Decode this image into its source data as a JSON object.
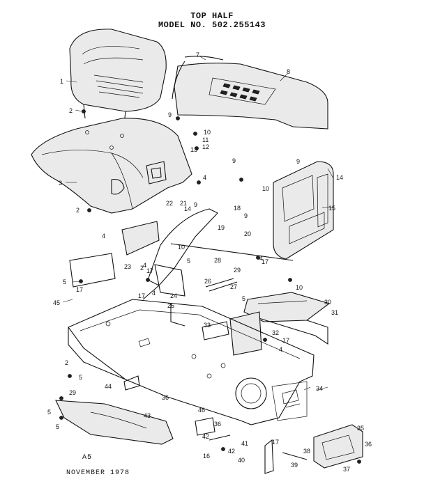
{
  "header": {
    "title": "TOP HALF",
    "model": "MODEL NO. 502.255143"
  },
  "footer": {
    "page_code": "A5",
    "date": "NOVEMBER 1978"
  },
  "callouts": {
    "c1": "1",
    "c2a": "2",
    "c2b": "2",
    "c2c": "2",
    "c2d": "2",
    "c3": "3",
    "c4a": "4",
    "c4b": "4",
    "c4c": "4",
    "c4d": "4",
    "c4e": "4",
    "c4f": "4",
    "c5a": "5",
    "c5b": "5",
    "c5c": "5",
    "c5d": "5",
    "c5e": "5",
    "c5f": "5",
    "c7": "7",
    "c8": "8",
    "c9a": "9",
    "c9b": "9",
    "c9c": "9",
    "c9d": "9",
    "c9e": "9",
    "c10a": "10",
    "c10b": "10",
    "c10c": "10",
    "c10d": "10",
    "c11": "11",
    "c12": "12",
    "c13": "13",
    "c14a": "14",
    "c14b": "14",
    "c15": "15",
    "c16": "16",
    "c17a": "17",
    "c17b": "17",
    "c17c": "17",
    "c17d": "17",
    "c17e": "17",
    "c17f": "17",
    "c18": "18",
    "c19": "19",
    "c20": "20",
    "c21": "21",
    "c22": "22",
    "c23": "23",
    "c24": "24",
    "c25": "25",
    "c26": "26",
    "c27": "27",
    "c28": "28",
    "c29a": "29",
    "c29b": "29",
    "c30": "30",
    "c31": "31",
    "c32": "32",
    "c33": "33",
    "c34": "34",
    "c35": "35",
    "c36a": "36",
    "c36b": "36",
    "c36c": "36",
    "c37": "37",
    "c38": "38",
    "c39": "39",
    "c40": "40",
    "c41": "41",
    "c42a": "42",
    "c42b": "42",
    "c43": "43",
    "c44": "44",
    "c45": "45",
    "c46": "46"
  }
}
